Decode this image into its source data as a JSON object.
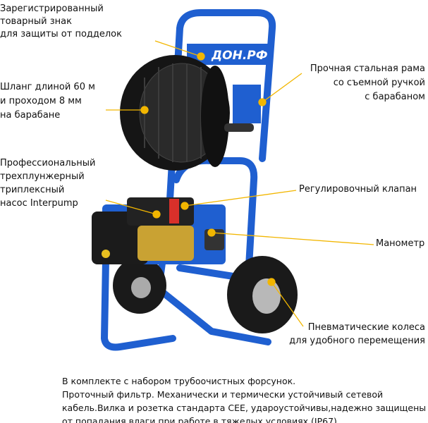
{
  "accent_color": "#f2b600",
  "frame_color": "#1f5fd0",
  "logo_text": "ДОН.РФ",
  "labels": {
    "trademark": [
      "Зарегистрированный",
      "товарный знак",
      "для защиты от подделок"
    ],
    "hose": [
      "Шланг длиной 60 м",
      "и проходом 8 мм",
      "на барабане"
    ],
    "frame": [
      "Прочная стальная рама",
      "со съемной ручкой",
      "с барабаном"
    ],
    "pump": [
      "Профессиональный",
      "трехплунжерный",
      "триплексный",
      "насос Interpump"
    ],
    "valve": [
      "Регулировочный клапан"
    ],
    "gauge": [
      "Манометр"
    ],
    "wheels": [
      "Пневматические колеса",
      "для удобного перемещения"
    ]
  },
  "description": [
    "В комплекте с набором трубоочистных форсунок.",
    "Проточный фильтр. Механически и термически устойчивый сетевой",
    "кабель.Вилка и розетка стандарта CEE, удароустойчивы,надежно защищены",
    "от попадания влаги при работе в тяжелых условиях (IP67)."
  ]
}
